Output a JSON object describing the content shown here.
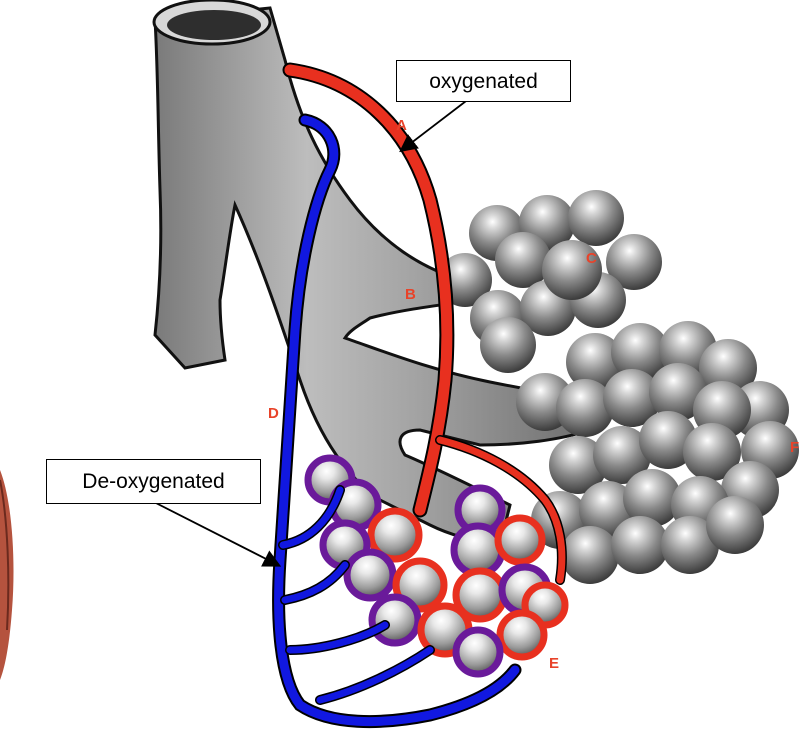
{
  "labels": {
    "oxygenated": "oxygenated",
    "deoxygenated": "De-oxygenated"
  },
  "markers": {
    "A": "A",
    "B": "B",
    "C": "C",
    "D": "D",
    "E": "E",
    "F": "F"
  },
  "colors": {
    "marker_text": "#e8432a",
    "artery": "#e8301f",
    "vein": "#1118e0",
    "airway": "#a8a8a8",
    "alveolus": "#8f8f8f",
    "capillary_purple": "#6a1a9a"
  }
}
